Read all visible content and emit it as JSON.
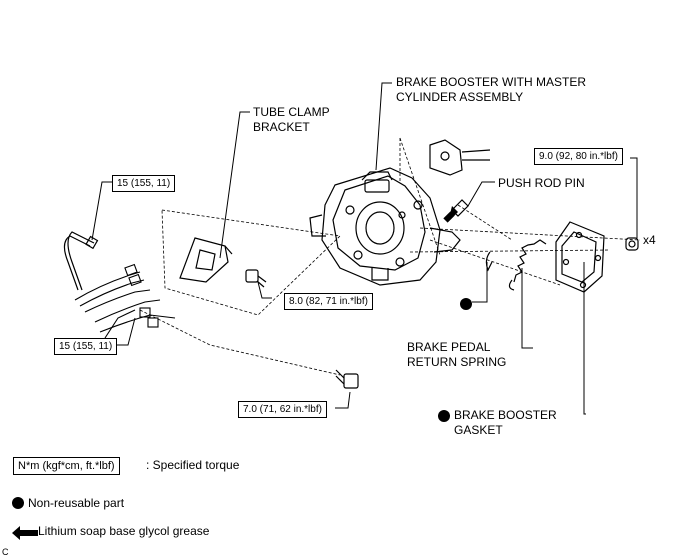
{
  "labels": {
    "brake_booster_assembly_line1": "BRAKE BOOSTER WITH MASTER",
    "brake_booster_assembly_line2": "CYLINDER ASSEMBLY",
    "tube_clamp_line1": "TUBE CLAMP",
    "tube_clamp_line2": "BRACKET",
    "push_rod_pin": "PUSH ROD PIN",
    "return_spring_line1": "BRAKE PEDAL",
    "return_spring_line2": "RETURN SPRING",
    "gasket_line1": "BRAKE BOOSTER",
    "gasket_line2": "GASKET",
    "quantity": "x4"
  },
  "torques": {
    "nut_gasket": "9.0 (92, 80 in.*lbf)",
    "tube_upper": "15 (155, 11)",
    "tube_lower": "15 (155, 11)",
    "bracket_bolt": "8.0 (82, 71 in.*lbf)",
    "lower_bolt": "7.0 (71, 62 in.*lbf)"
  },
  "legend": {
    "torque_unit": "N*m (kgf*cm, ft.*lbf)",
    "torque_desc": ": Specified torque",
    "non_reusable": "Non-reusable part",
    "grease": "Lithium soap base glycol grease"
  },
  "figure_code": "C"
}
